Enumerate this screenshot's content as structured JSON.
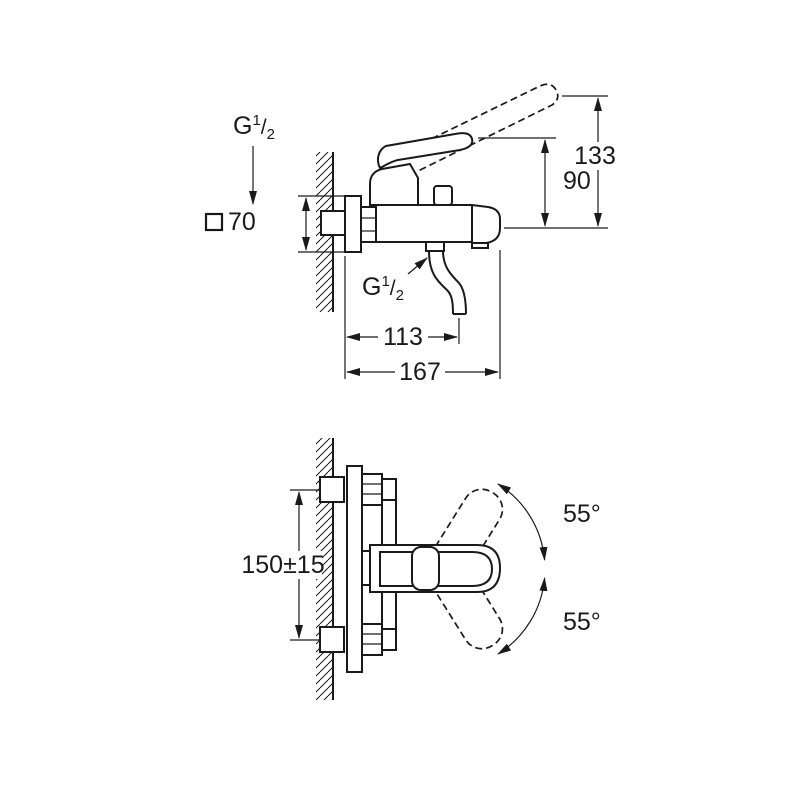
{
  "page": {
    "background": "#ffffff",
    "line_color": "#1a1a1a"
  },
  "side_view": {
    "thread_label_top": {
      "g": "G",
      "numerator": "1",
      "slash": "/",
      "denominator": "2"
    },
    "square_flange_size": "70",
    "spout_height": "90",
    "total_height": "133",
    "thread_label_hose": {
      "g": "G",
      "numerator": "1",
      "slash": "/",
      "denominator": "2"
    },
    "hose_projection": "113",
    "total_projection": "167"
  },
  "plan_view": {
    "connection_distance": "150±15",
    "swivel_angle_up": "55°",
    "swivel_angle_down": "55°"
  }
}
